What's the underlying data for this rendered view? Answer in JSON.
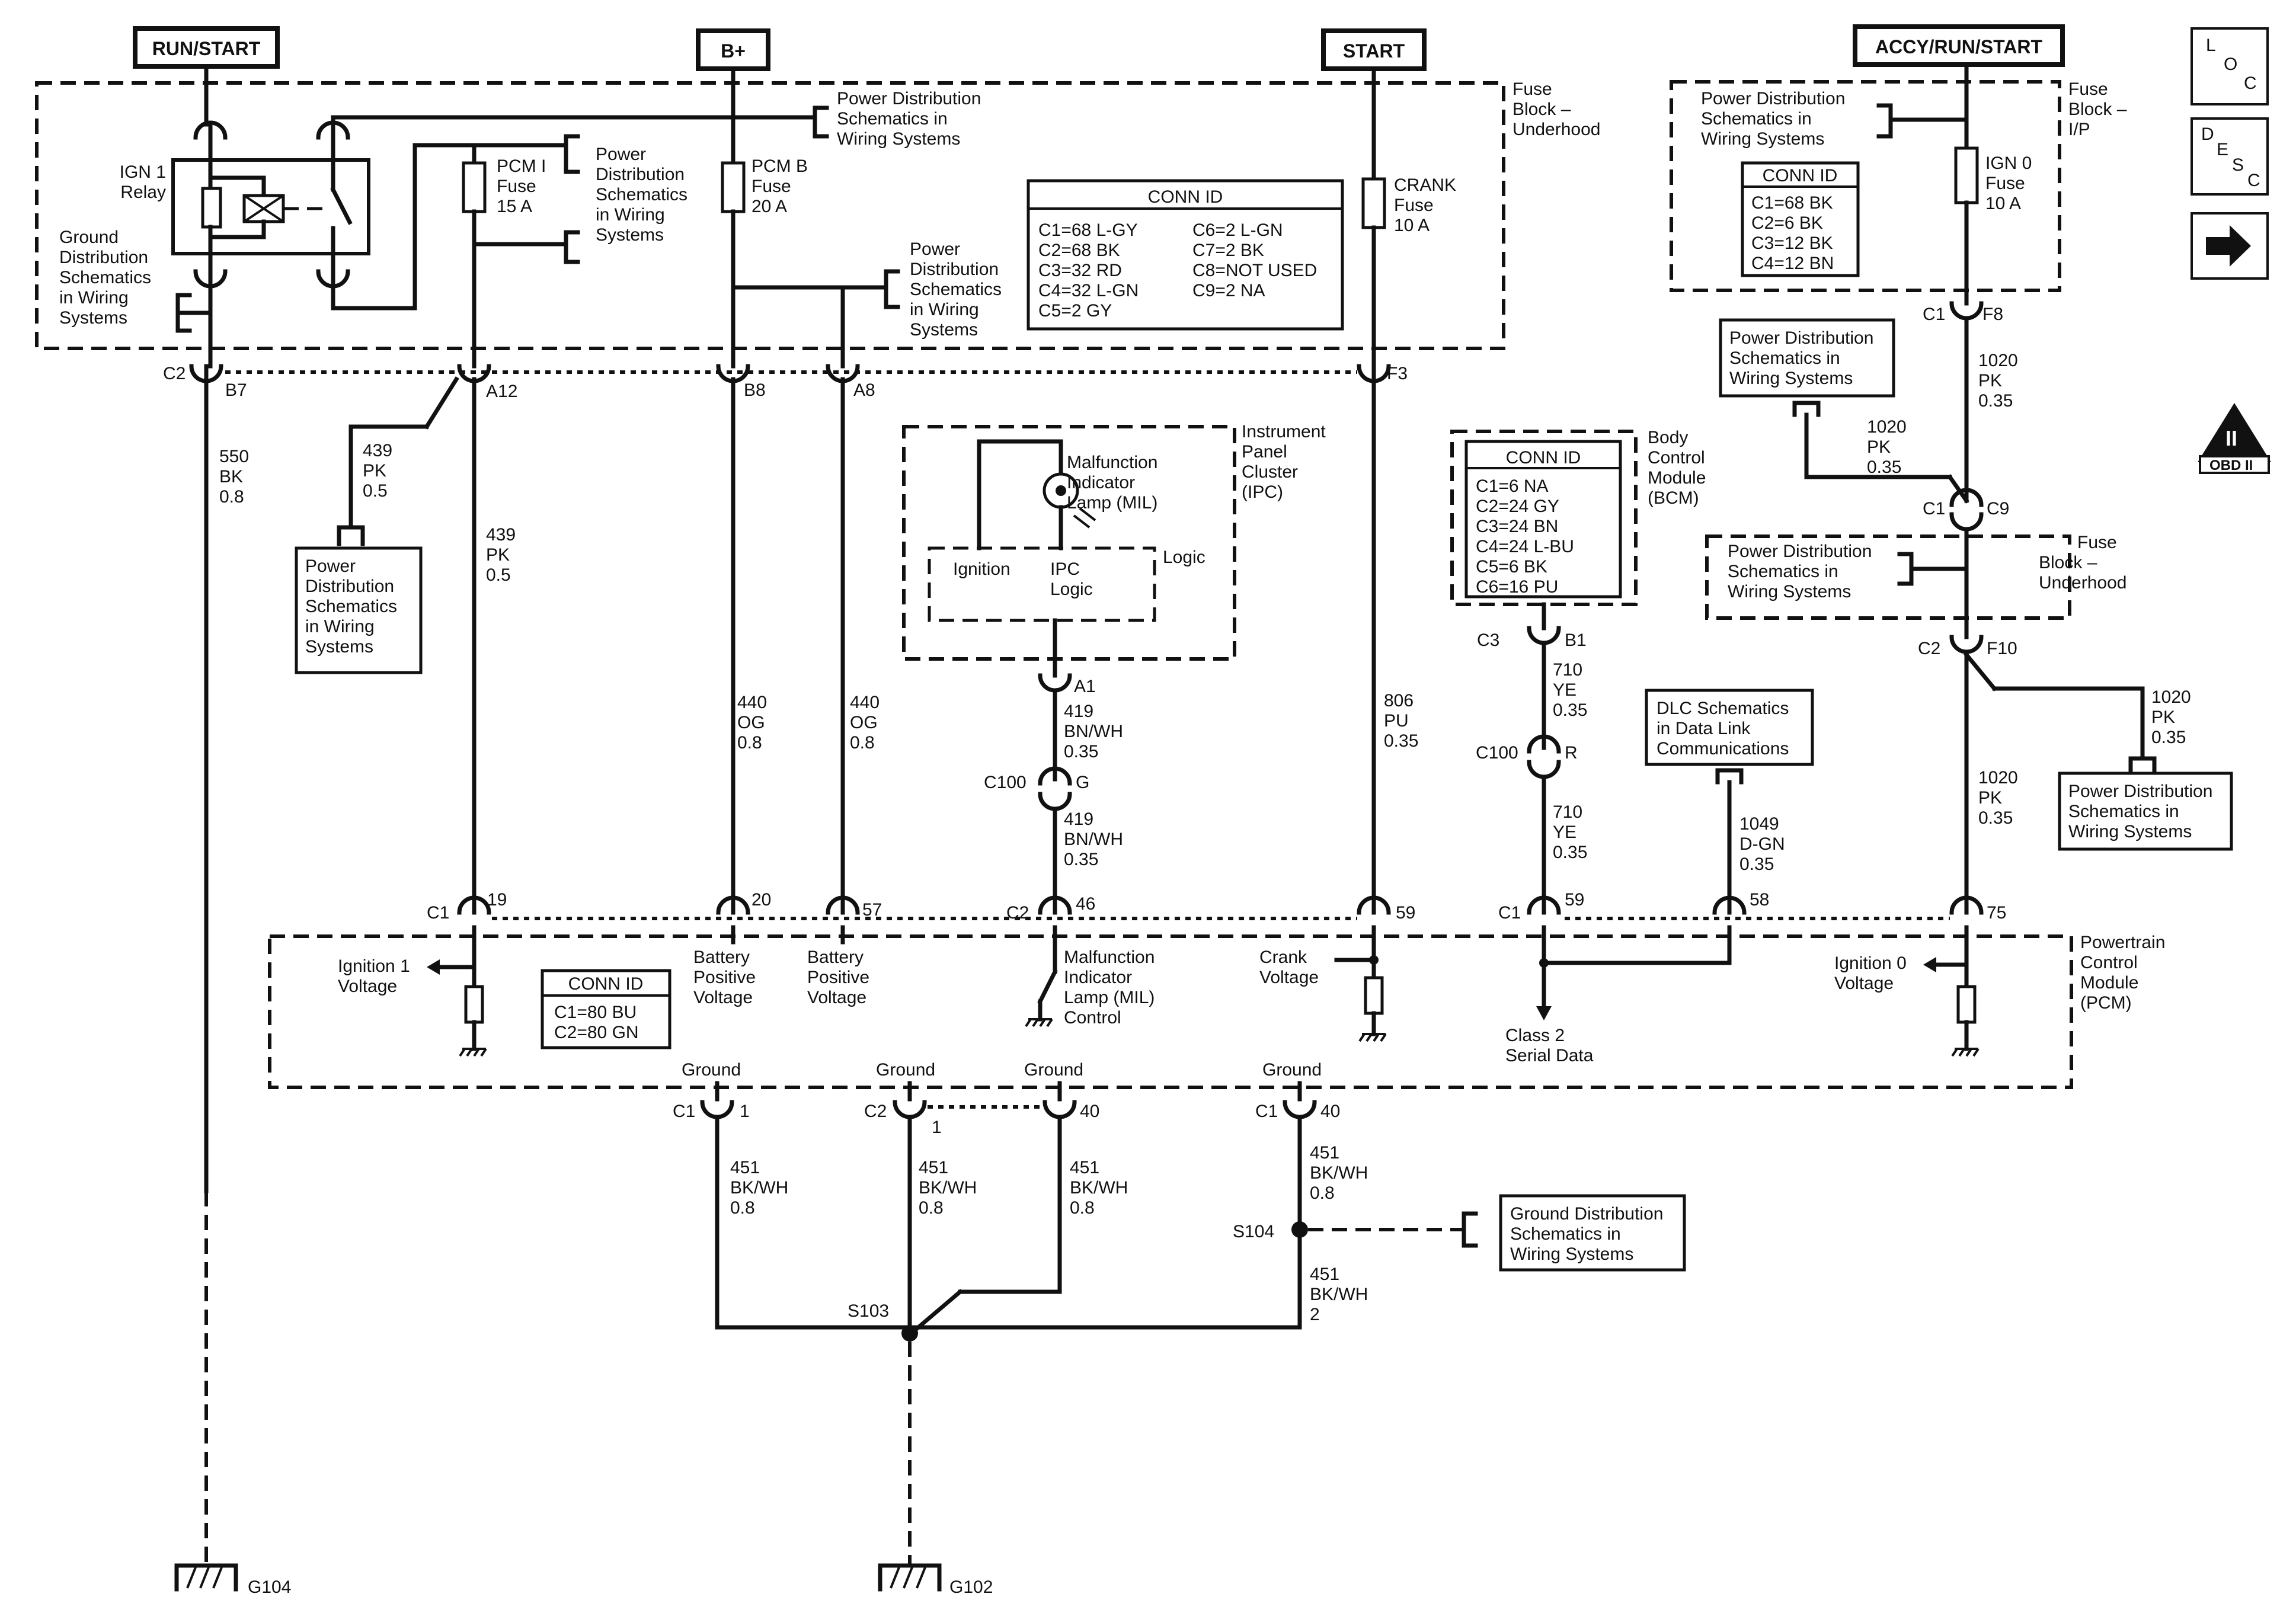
{
  "headers": {
    "run_start": "RUN/START",
    "b_plus": "B+",
    "start": "START",
    "accy_run_start": "ACCY/RUN/START"
  },
  "nav": {
    "loc": [
      "L",
      "O",
      "C"
    ],
    "desc": [
      "D",
      "E",
      "S",
      "C"
    ],
    "obd": "OBD II",
    "obd_mark": "II"
  },
  "fuse_block_underhood": {
    "label": [
      "Fuse",
      "Block –",
      "Underhood"
    ],
    "ign1_relay": [
      "IGN 1",
      "Relay"
    ],
    "ground_dist": [
      "Ground",
      "Distribution",
      "Schematics",
      "in Wiring",
      "Systems"
    ],
    "power_dist_top": [
      "Power Distribution",
      "Schematics in",
      "Wiring Systems"
    ],
    "power_dist_pcmi": [
      "Power",
      "Distribution",
      "Schematics",
      "in Wiring",
      "Systems"
    ],
    "power_dist_b8": [
      "Power",
      "Distribution",
      "Schematics",
      "in Wiring",
      "Systems"
    ],
    "pcm_i_fuse": [
      "PCM I",
      "Fuse",
      "15 A"
    ],
    "pcm_b_fuse": [
      "PCM B",
      "Fuse",
      "20 A"
    ],
    "crank_fuse": [
      "CRANK",
      "Fuse",
      "10 A"
    ],
    "conn_id_title": "CONN ID",
    "conn_id_left": [
      "C1=68 L-GY",
      "C2=68 BK",
      "C3=32 RD",
      "C4=32 L-GN",
      "C5=2 GY"
    ],
    "conn_id_right": [
      "C6=2 L-GN",
      "C7=2 BK",
      "C8=NOT USED",
      "C9=2 NA"
    ],
    "pins": {
      "c2": "C2",
      "b7": "B7",
      "a12": "A12",
      "b8": "B8",
      "a8": "A8",
      "f3": "F3"
    }
  },
  "fuse_block_ip": {
    "label": [
      "Fuse",
      "Block –",
      "I/P"
    ],
    "power_dist": [
      "Power Distribution",
      "Schematics in",
      "Wiring Systems"
    ],
    "conn_id_title": "CONN ID",
    "conn_id": [
      "C1=68 BK",
      "C2=6 BK",
      "C3=12 BK",
      "C4=12 BN"
    ],
    "ign0_fuse": [
      "IGN 0",
      "Fuse",
      "10 A"
    ],
    "pins": {
      "c1": "C1",
      "f8": "F8"
    }
  },
  "fuse_block_underhood_right": {
    "label": [
      "Fuse",
      "Block –",
      "Underhood"
    ],
    "power_dist": [
      "Power Distribution",
      "Schematics in",
      "Wiring Systems"
    ],
    "pins": {
      "c1": "C1",
      "c9": "C9",
      "c2": "C2",
      "f10": "F10"
    }
  },
  "wires": {
    "w550": [
      "550",
      "BK",
      "0.8"
    ],
    "w439a": [
      "439",
      "PK",
      "0.5"
    ],
    "w439b": [
      "439",
      "PK",
      "0.5"
    ],
    "w440a": [
      "440",
      "OG",
      "0.8"
    ],
    "w440b": [
      "440",
      "OG",
      "0.8"
    ],
    "w419a": [
      "419",
      "BN/WH",
      "0.35"
    ],
    "w419b": [
      "419",
      "BN/WH",
      "0.35"
    ],
    "w806": [
      "806",
      "PU",
      "0.35"
    ],
    "w710a": [
      "710",
      "YE",
      "0.35"
    ],
    "w710b": [
      "710",
      "YE",
      "0.35"
    ],
    "w1049": [
      "1049",
      "D-GN",
      "0.35"
    ],
    "w1020a": [
      "1020",
      "PK",
      "0.35"
    ],
    "w1020b": [
      "1020",
      "PK",
      "0.35"
    ],
    "w1020c": [
      "1020",
      "PK",
      "0.35"
    ],
    "w1020d": [
      "1020",
      "PK",
      "0.35"
    ],
    "w451a": [
      "451",
      "BK/WH",
      "0.8"
    ],
    "w451b": [
      "451",
      "BK/WH",
      "0.8"
    ],
    "w451c": [
      "451",
      "BK/WH",
      "0.8"
    ],
    "w451d": [
      "451",
      "BK/WH",
      "0.8"
    ],
    "w451e": [
      "451",
      "BK/WH",
      "2"
    ]
  },
  "power_dist_left": [
    "Power",
    "Distribution",
    "Schematics",
    "in Wiring",
    "Systems"
  ],
  "power_dist_c9": [
    "Power Distribution",
    "Schematics in",
    "Wiring Systems"
  ],
  "power_dist_f10": [
    "Power Distribution",
    "Schematics in",
    "Wiring Systems"
  ],
  "ipc": {
    "label": [
      "Instrument",
      "Panel",
      "Cluster",
      "(IPC)"
    ],
    "mil": [
      "Malfunction",
      "Indicator",
      "Lamp (MIL)"
    ],
    "logic": "Logic",
    "ignition": "Ignition",
    "ipc_logic": [
      "IPC",
      "Logic"
    ],
    "pins": {
      "a1": "A1",
      "c100": "C100",
      "g": "G"
    }
  },
  "bcm": {
    "label": [
      "Body",
      "Control",
      "Module",
      "(BCM)"
    ],
    "conn_id_title": "CONN ID",
    "conn_id": [
      "C1=6 NA",
      "C2=24 GY",
      "C3=24 BN",
      "C4=24 L-BU",
      "C5=6 BK",
      "C6=16 PU"
    ],
    "pins": {
      "c3": "C3",
      "b1": "B1",
      "c100": "C100",
      "r": "R"
    }
  },
  "dlc": [
    "DLC Schematics",
    "in Data Link",
    "Communications"
  ],
  "pcm": {
    "label": [
      "Powertrain",
      "Control",
      "Module",
      "(PCM)"
    ],
    "conn_id_title": "CONN ID",
    "conn_id": [
      "C1=80 BU",
      "C2=80 GN"
    ],
    "ign1_voltage": [
      "Ignition 1",
      "Voltage"
    ],
    "batt_pos_1": [
      "Battery",
      "Positive",
      "Voltage"
    ],
    "batt_pos_2": [
      "Battery",
      "Positive",
      "Voltage"
    ],
    "mil_control": [
      "Malfunction",
      "Indicator",
      "Lamp (MIL)",
      "Control"
    ],
    "crank_voltage": [
      "Crank",
      "Voltage"
    ],
    "class2": [
      "Class 2",
      "Serial Data"
    ],
    "ign0_voltage": [
      "Ignition 0",
      "Voltage"
    ],
    "ground": "Ground",
    "pins": {
      "c1": "C1",
      "p19": "19",
      "p20": "20",
      "p57": "57",
      "c2": "C2",
      "p46": "46",
      "p59": "59",
      "c1b": "C1",
      "p59b": "59",
      "p58": "58",
      "p75": "75"
    },
    "gpins": {
      "c1a": "C1",
      "g1": "1",
      "c2": "C2",
      "g1b": "1",
      "g40": "40",
      "c1b": "C1",
      "g40b": "40"
    }
  },
  "splices": {
    "s103": "S103",
    "s104": "S104"
  },
  "ground_dist_s104": [
    "Ground Distribution",
    "Schematics in",
    "Wiring Systems"
  ],
  "grounds": {
    "g104": "G104",
    "g102": "G102"
  }
}
